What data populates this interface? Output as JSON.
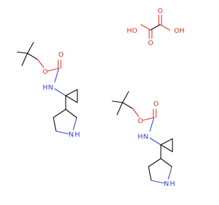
{
  "colors": {
    "bond": "#000000",
    "oxygen": "#e0301e",
    "nitrogen": "#2e3bd6",
    "background": "#ffffff"
  },
  "oxalic_acid": {
    "oh_left": "HO",
    "o_top": "O",
    "o_bottom": "O",
    "oh_right": "OH"
  },
  "molecule_left": {
    "o_carbonyl": "O",
    "o_ester": "O",
    "n_amide": "N",
    "h_amide": "H",
    "n_ring": "N",
    "h_ring": "H"
  },
  "molecule_right": {
    "o_carbonyl": "O",
    "o_ester": "O",
    "n_amide": "N",
    "h_amide": "H",
    "n_ring": "N",
    "h_ring": "H"
  }
}
